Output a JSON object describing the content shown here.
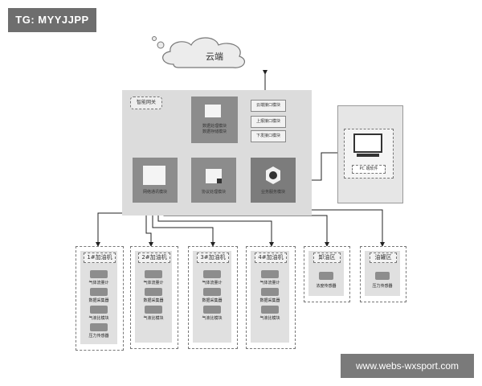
{
  "badge": "TG: MYYJJPP",
  "watermark": "www.webs-wxsport.com",
  "cloud": "云端",
  "gateway": {
    "title": "智能网关",
    "data_module": "数据处理模块\n数据存储模块",
    "upload_modules": [
      "云端接口模块",
      "上报接口模块",
      "下发接口模块"
    ],
    "network_module": "网络通讯模块",
    "local_module": "协议处理模块",
    "service_module": "业务服务模块"
  },
  "pc": {
    "label": "PC 端软件"
  },
  "stations": [
    {
      "title": "1#加油机",
      "items": [
        "气体流量计",
        "数据采集器",
        "气液比模块",
        "压力传感器"
      ]
    },
    {
      "title": "2#加油机",
      "items": [
        "气体流量计",
        "数据采集器",
        "气液比模块"
      ]
    },
    {
      "title": "3#加油机",
      "items": [
        "气体流量计",
        "数据采集器",
        "气液比模块"
      ]
    },
    {
      "title": "4#加油机",
      "items": [
        "气体流量计",
        "数据采集器",
        "气液比模块"
      ]
    },
    {
      "title": "卸油区",
      "items": [
        "浓度传感器"
      ]
    },
    {
      "title": "油罐区",
      "items": [
        "压力传感器"
      ]
    }
  ]
}
